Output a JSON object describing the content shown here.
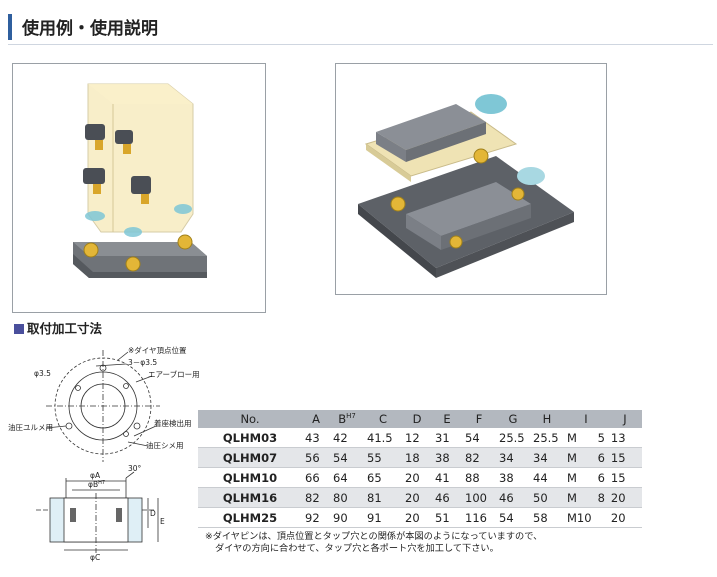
{
  "header": {
    "title": "使用例・使用説明"
  },
  "section": {
    "title": "取付加工寸法"
  },
  "drawing": {
    "labels": {
      "phi35": "φ3.5",
      "diamond_note": "※ダイヤ頂点位置",
      "holes": "3－φ3.5",
      "air_blow": "エアーブロー用",
      "oil_unclamp": "油圧ユルメ用",
      "seating": "着座検出用",
      "oil_clamp": "油圧シメ用",
      "dim_a": "φA",
      "dim_b": "φB",
      "dim_b_sup": "H7",
      "angle": "30°",
      "dim_c": "φC",
      "dim_d": "D",
      "dim_e": "E"
    }
  },
  "table": {
    "headers": [
      "No.",
      "A",
      "B",
      "C",
      "D",
      "E",
      "F",
      "G",
      "H",
      "I",
      "J"
    ],
    "b_sup": "H7",
    "rows": [
      {
        "no": "QLHM03",
        "a": "43",
        "b": "42",
        "c": "41.5",
        "d": "12",
        "e": "31",
        "f": "54",
        "g": "25.5",
        "h": "25.5",
        "i1": "M",
        "i2": "5",
        "j": "13"
      },
      {
        "no": "QLHM07",
        "a": "56",
        "b": "54",
        "c": "55",
        "d": "18",
        "e": "38",
        "f": "82",
        "g": "34",
        "h": "34",
        "i1": "M",
        "i2": "6",
        "j": "15"
      },
      {
        "no": "QLHM10",
        "a": "66",
        "b": "64",
        "c": "65",
        "d": "20",
        "e": "41",
        "f": "88",
        "g": "38",
        "h": "44",
        "i1": "M",
        "i2": "6",
        "j": "15"
      },
      {
        "no": "QLHM16",
        "a": "82",
        "b": "80",
        "c": "81",
        "d": "20",
        "e": "46",
        "f": "100",
        "g": "46",
        "h": "50",
        "i1": "M",
        "i2": "8",
        "j": "20"
      },
      {
        "no": "QLHM25",
        "a": "92",
        "b": "90",
        "c": "91",
        "d": "20",
        "e": "51",
        "f": "116",
        "g": "54",
        "h": "58",
        "i1": "M10",
        "i2": "",
        "j": "20"
      }
    ]
  },
  "note": {
    "line1": "※ダイヤピンは、頂点位置とタップ穴との関係が本図のようになっていますので、",
    "line2": "ダイヤの方向に合わせて、タップ穴と各ポート穴を加工して下さい。"
  }
}
